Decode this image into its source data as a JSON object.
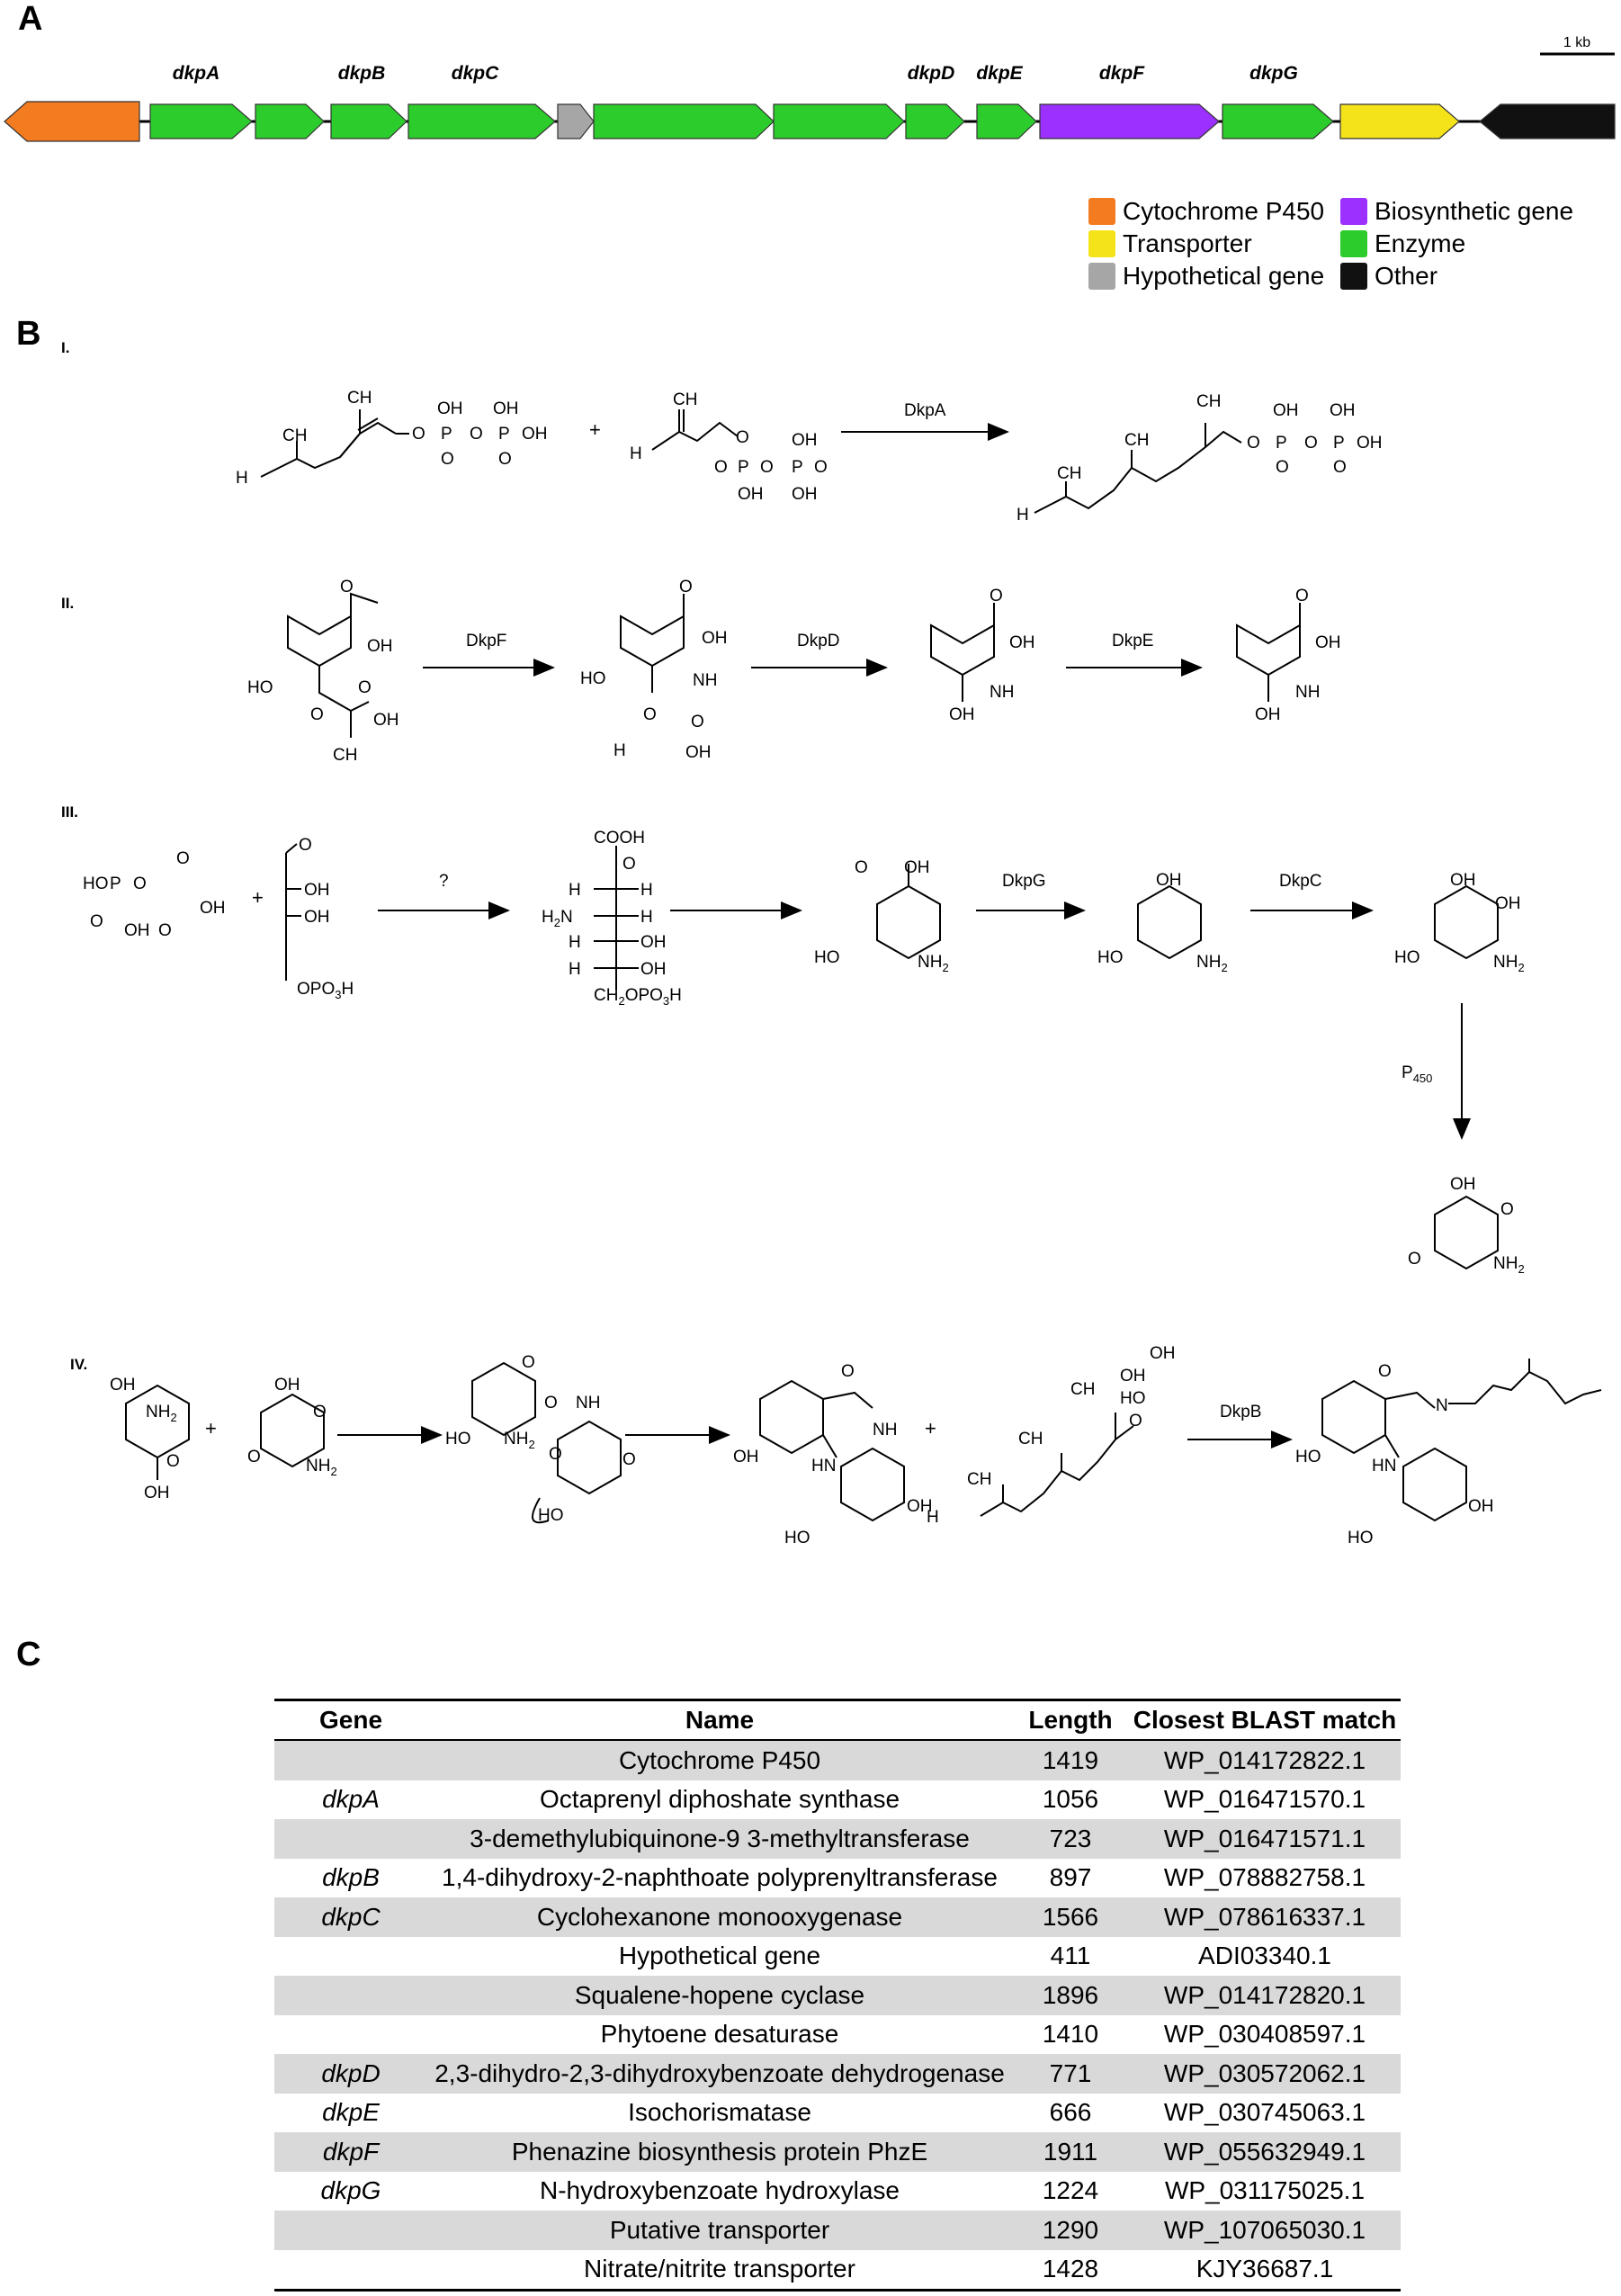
{
  "panels": {
    "a": "A",
    "b": "B",
    "c": "C"
  },
  "scale_bar": {
    "label": "1 kb"
  },
  "gene_cluster": {
    "labels": [
      "dkpA",
      "dkpB",
      "dkpC",
      "dkpD",
      "dkpE",
      "dkpF",
      "dkpG"
    ],
    "colors": {
      "cytochrome": "#f47c20",
      "enzyme": "#2dcc2d",
      "hypothetical": "#a6a6a6",
      "biosynthetic": "#9b30ff",
      "transporter": "#f5e31a",
      "other": "#111111"
    }
  },
  "legend": [
    {
      "label": "Cytochrome P450",
      "color": "#f47c20"
    },
    {
      "label": "Transporter",
      "color": "#f5e31a"
    },
    {
      "label": "Hypothetical gene",
      "color": "#a6a6a6"
    },
    {
      "label": "Biosynthetic gene",
      "color": "#9b30ff"
    },
    {
      "label": "Enzyme",
      "color": "#2dcc2d"
    },
    {
      "label": "Other",
      "color": "#111111"
    }
  ],
  "pathway": {
    "sections": [
      "I.",
      "II.",
      "III.",
      "IV."
    ],
    "enzymes": {
      "dkpA": "DkpA",
      "dkpF": "DkpF",
      "dkpD": "DkpD",
      "dkpE": "DkpE",
      "unknown": "?",
      "dkpG": "DkpG",
      "dkpC": "DkpC",
      "p450": "P",
      "p450_sub": "450",
      "dkpB": "DkpB"
    },
    "plus": "+",
    "atoms": {
      "oh": "OH",
      "o": "O",
      "p": "P",
      "ch3": "CH",
      "ch2": "CH",
      "h3c": "H",
      "h2c": "H",
      "sub2": "2",
      "sub3": "3",
      "c": "C",
      "nh2": "NH",
      "nh": "NH",
      "hn": "HN",
      "ho": "HO",
      "h": "H",
      "h2n": "H",
      "n": "N",
      "cooh": "COOH",
      "opo3h": "OPO",
      "ch2opo3h": "CH",
      "opo3h_tail": "OPO",
      "h_suffix": "H",
      "ch2opo3h_mid": "OPO"
    }
  },
  "table": {
    "headers": [
      "Gene",
      "Name",
      "Length",
      "Closest BLAST match"
    ],
    "rows": [
      {
        "gene": "",
        "name": "Cytochrome P450",
        "length": "1419",
        "match": "WP_014172822.1"
      },
      {
        "gene": "dkpA",
        "name": "Octaprenyl diphoshate synthase",
        "length": "1056",
        "match": "WP_016471570.1"
      },
      {
        "gene": "",
        "name": "3-demethylubiquinone-9 3-methyltransferase",
        "length": "723",
        "match": "WP_016471571.1"
      },
      {
        "gene": "dkpB",
        "name": "1,4-dihydroxy-2-naphthoate polyprenyltransferase",
        "length": "897",
        "match": "WP_078882758.1"
      },
      {
        "gene": "dkpC",
        "name": "Cyclohexanone monooxygenase",
        "length": "1566",
        "match": "WP_078616337.1"
      },
      {
        "gene": "",
        "name": "Hypothetical gene",
        "length": "411",
        "match": "ADI03340.1"
      },
      {
        "gene": "",
        "name": "Squalene-hopene cyclase",
        "length": "1896",
        "match": "WP_014172820.1"
      },
      {
        "gene": "",
        "name": "Phytoene desaturase",
        "length": "1410",
        "match": "WP_030408597.1"
      },
      {
        "gene": "dkpD",
        "name": "2,3-dihydro-2,3-dihydroxybenzoate dehydrogenase",
        "length": "771",
        "match": "WP_030572062.1"
      },
      {
        "gene": "dkpE",
        "name": "Isochorismatase",
        "length": "666",
        "match": "WP_030745063.1"
      },
      {
        "gene": "dkpF",
        "name": "Phenazine biosynthesis protein PhzE",
        "length": "1911",
        "match": "WP_055632949.1"
      },
      {
        "gene": "dkpG",
        "name": "N-hydroxybenzoate hydroxylase",
        "length": "1224",
        "match": "WP_031175025.1"
      },
      {
        "gene": "",
        "name": "Putative transporter",
        "length": "1290",
        "match": "WP_107065030.1"
      },
      {
        "gene": "",
        "name": "Nitrate/nitrite transporter",
        "length": "1428",
        "match": "KJY36687.1"
      }
    ]
  }
}
